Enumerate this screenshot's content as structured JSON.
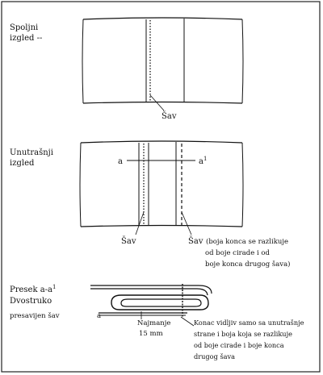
{
  "views": {
    "outer": {
      "label_line1": "Spoljni",
      "label_line2": "izgled --",
      "seam_label": "Šav"
    },
    "inner": {
      "label_line1": "Unutrašnji",
      "label_line2": "izgled",
      "section_a": "a",
      "section_a1": "a",
      "section_a1_sup": "1",
      "seam_left_label": "Šav",
      "seam_right_label": "Šav",
      "seam_right_note_line1": "(boja konca se razlikuje",
      "seam_right_note_line2": "od boje cirade i od",
      "seam_right_note_line3": "boje konca drugog šava)"
    },
    "section": {
      "label_line1": "Presek a-a",
      "label_line1_sup": "1",
      "label_line2": "Dvostruko",
      "label_line3": "presavijen šav",
      "end_label": "a",
      "dim_label_line1": "Najmanje",
      "dim_label_line2": "15 mm",
      "note_line1": "Konac vidljiv samo sa unutrašnje",
      "note_line2": "strane i boja koja se razlikuje",
      "note_line3": "od boje cirade i boje konca",
      "note_line4": "drugog šava"
    }
  }
}
